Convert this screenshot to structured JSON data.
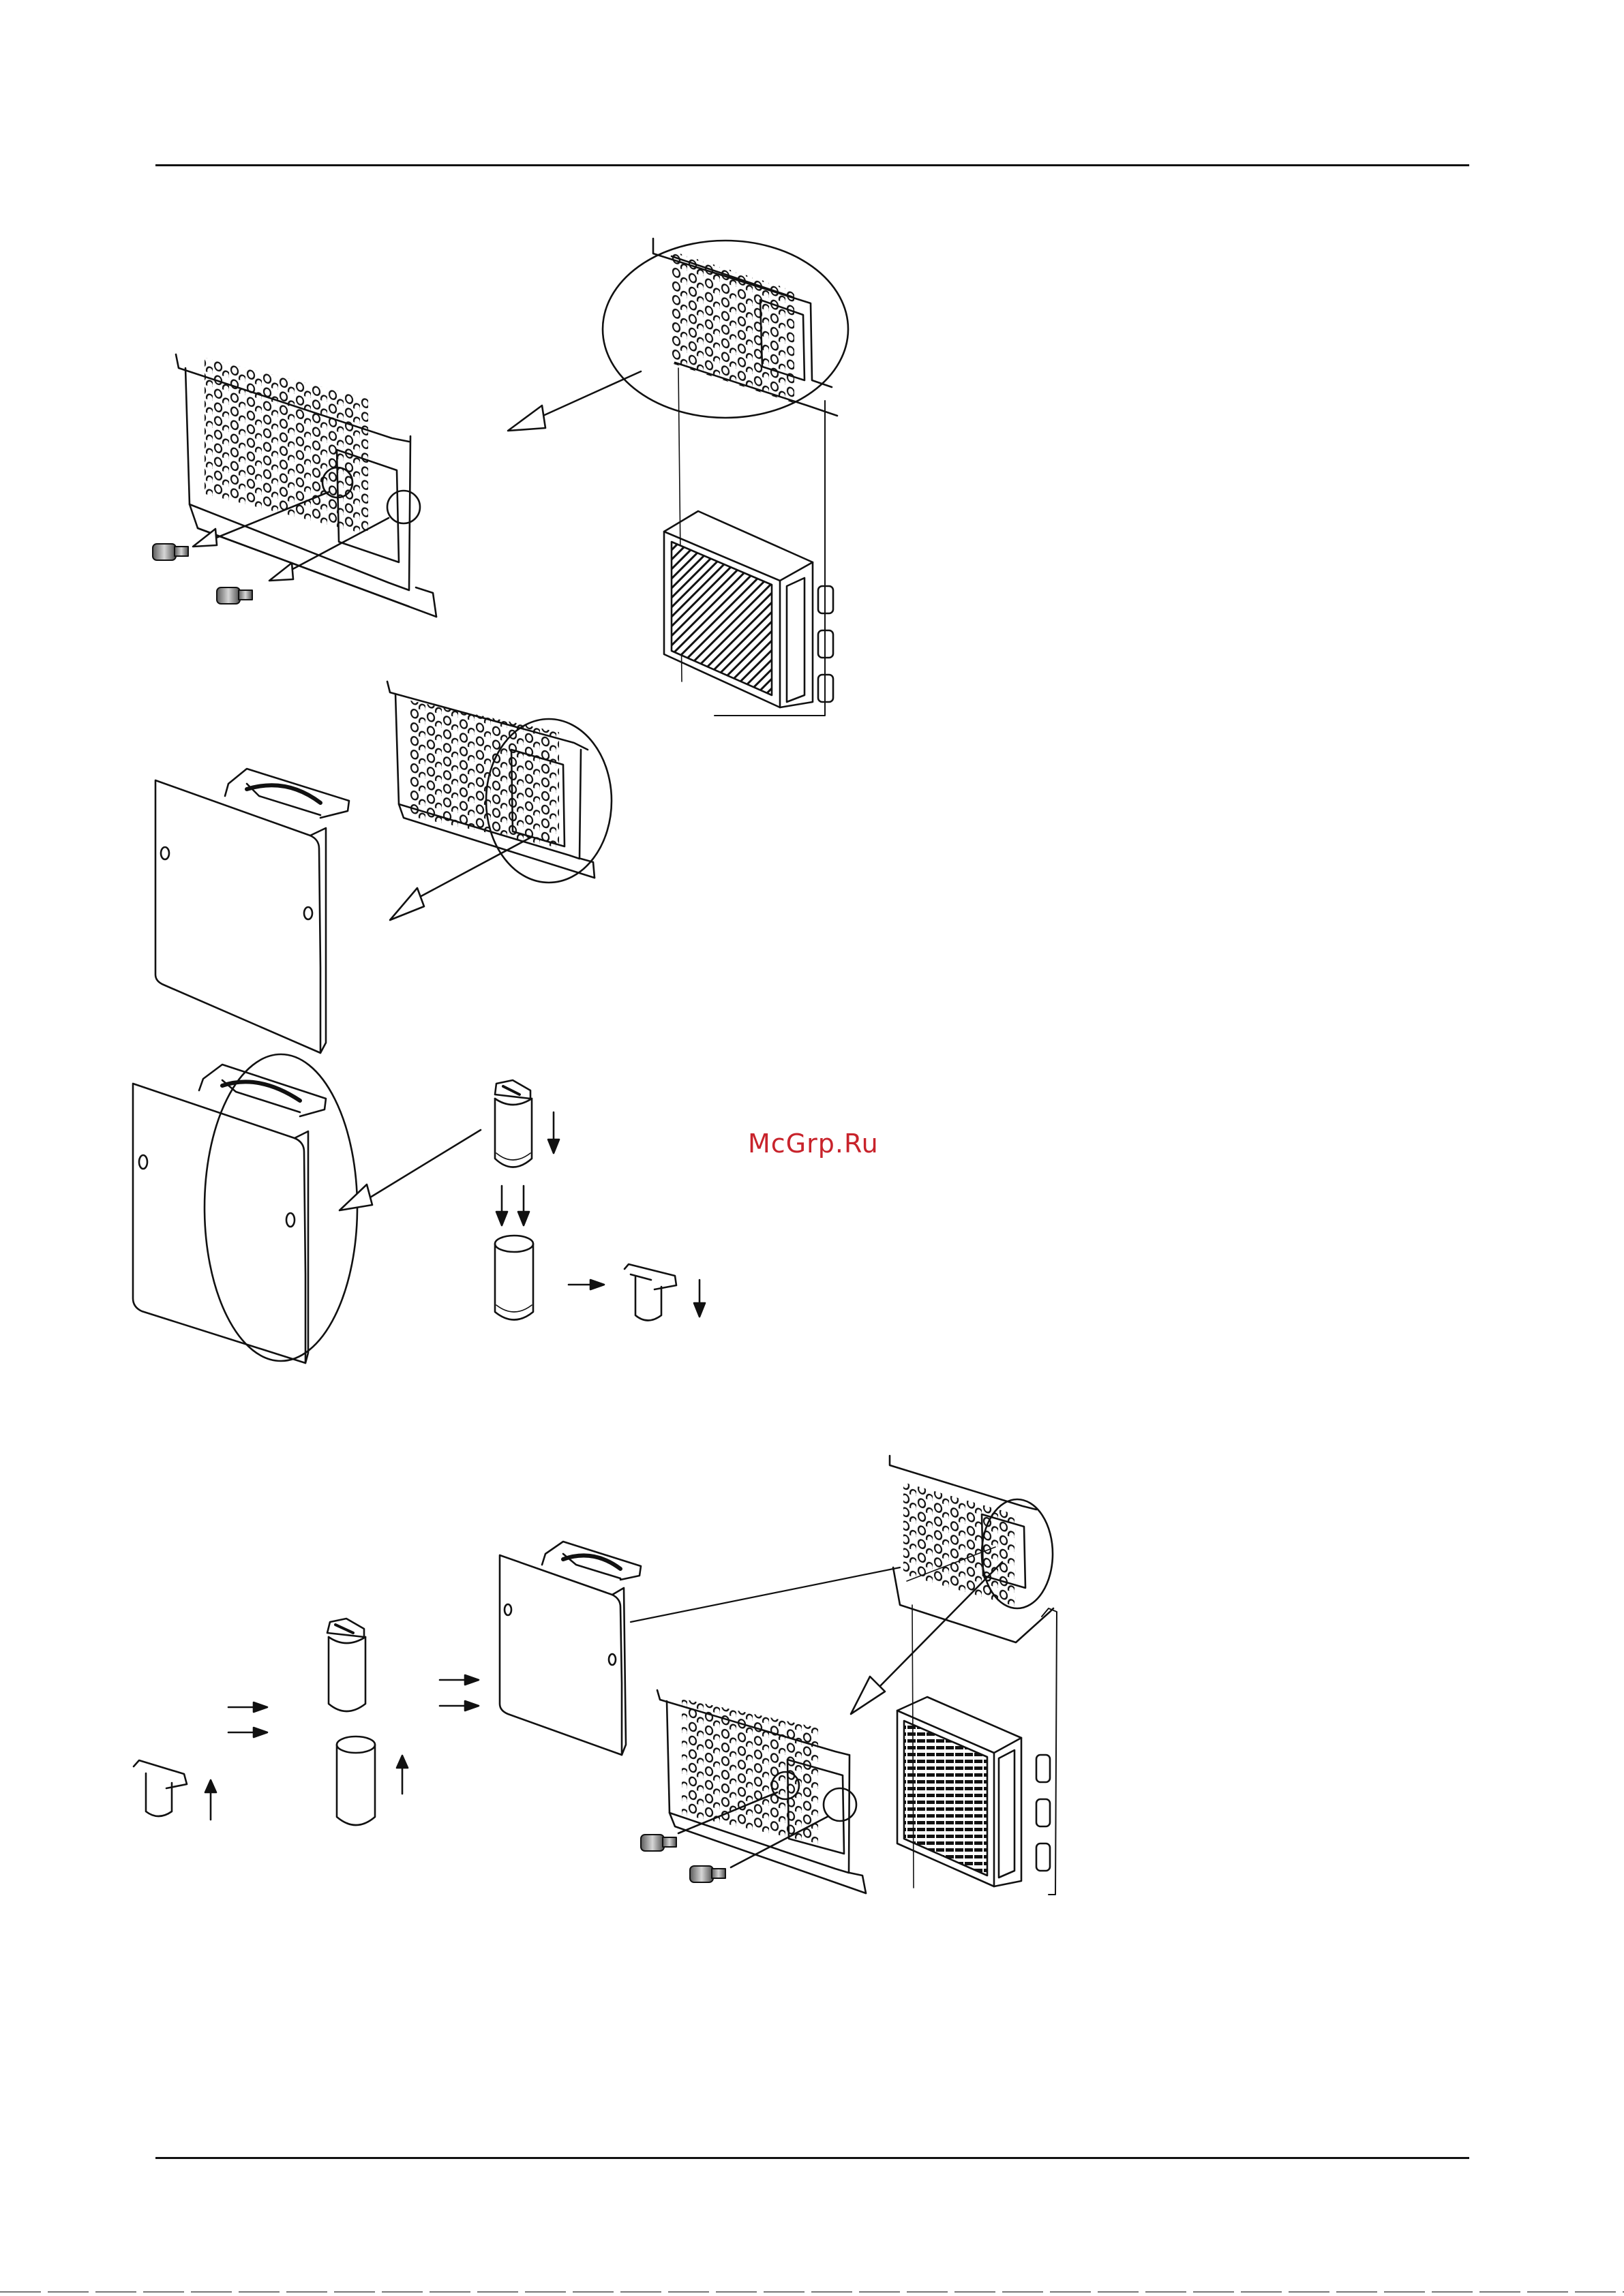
{
  "watermark": {
    "text": "McGrp.Ru",
    "color": "#c8232b"
  },
  "illustration": {
    "steps": [
      {
        "name": "remove-panel-screws",
        "icons": [
          "perforated-panel-icon",
          "screw-icon",
          "screw-icon",
          "heater-unit-icon"
        ]
      },
      {
        "name": "remove-panel",
        "icons": [
          "perforated-panel-icon",
          "cover-plate-icon"
        ]
      },
      {
        "name": "replace-capacitor",
        "icons": [
          "cover-plate-icon",
          "capacitor-icon",
          "capacitor-icon",
          "capacitor-bracket-icon"
        ]
      },
      {
        "name": "reassemble",
        "icons": [
          "capacitor-bracket-icon",
          "capacitor-icon",
          "capacitor-icon",
          "cover-plate-icon",
          "perforated-panel-icon",
          "screw-icon",
          "screw-icon",
          "heater-unit-icon"
        ]
      }
    ]
  }
}
